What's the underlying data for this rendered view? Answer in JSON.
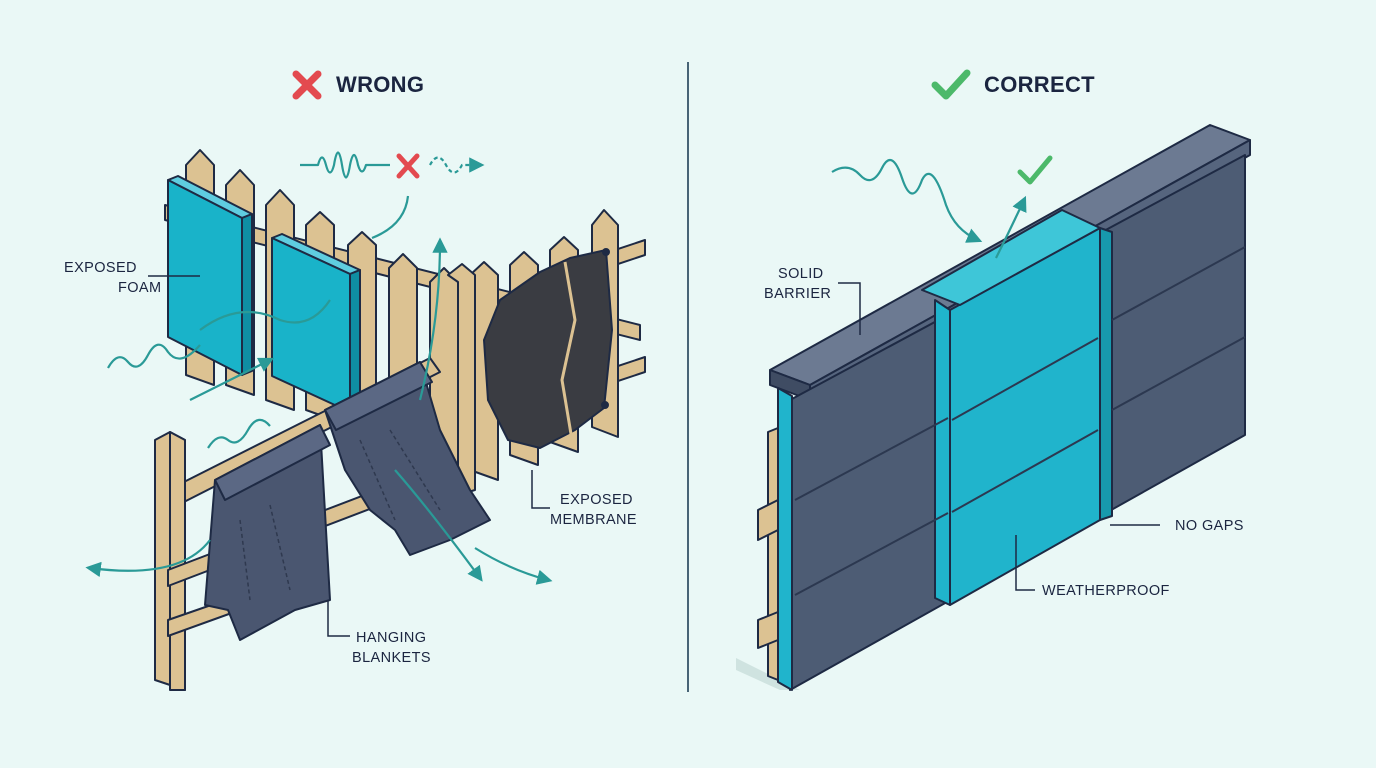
{
  "panels": {
    "wrong": {
      "title": "WRONG",
      "status_icon": "red-x-icon",
      "status_color": "#e34a4f",
      "callouts": {
        "exposed_foam": [
          "EXPOSED",
          "FOAM"
        ],
        "exposed_membrane": [
          "EXPOSED",
          "MEMBRANE"
        ],
        "hanging_blankets": [
          "HANGING",
          "BLANKETS"
        ]
      }
    },
    "correct": {
      "title": "CORRECT",
      "status_icon": "green-check-icon",
      "status_color": "#4cb96a",
      "callouts": {
        "solid_barrier": [
          "SOLID",
          "BARRIER"
        ],
        "no_gaps": [
          "NO GAPS"
        ],
        "weatherproof": [
          "WEATHERPROOF"
        ]
      }
    }
  },
  "colors": {
    "background": "#eaf8f6",
    "wood": "#dcc292",
    "foam": "#19b3c9",
    "membrane": "#3a3c42",
    "blanket": "#4a5670",
    "wall": "#4d5c74",
    "seal_strip": "#20b4cc",
    "sound_wave": "#2a9a97",
    "outline": "#1e2a44"
  }
}
